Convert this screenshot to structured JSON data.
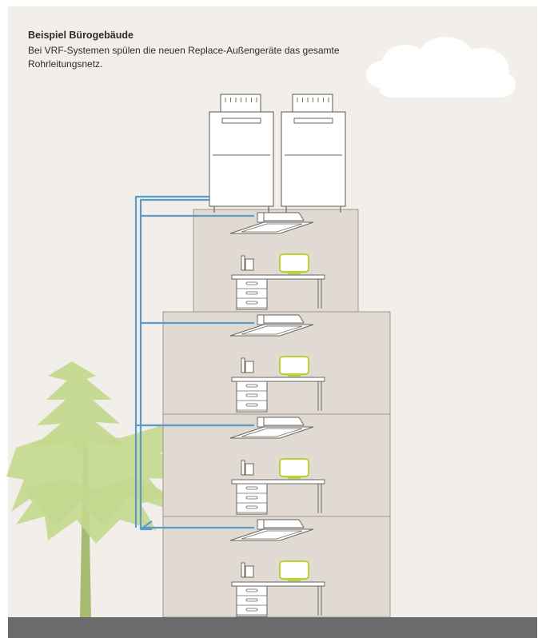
{
  "caption": {
    "title": "Beispiel Bürogebäude",
    "text": "Bei VRF-Systemen spülen die neuen Replace-Außengeräte das gesamte Rohrleitungsnetz."
  },
  "colors": {
    "frame": "#ffffff",
    "background": "#f2eeea",
    "building": "#e0dad2",
    "building_stroke": "#9e978f",
    "pipe": "#5b9bc8",
    "tree": "#c3d88e",
    "trunk": "#a7ba72",
    "ground": "#6b6b6b",
    "cloud": "#ffffff",
    "monitor": "#b8d232",
    "device": "#ffffff",
    "device_stroke": "#6a6660"
  },
  "scene": {
    "outdoor_units": [
      "outdoor-unit-left",
      "outdoor-unit-right"
    ],
    "floors": [
      "floor-1",
      "floor-2",
      "floor-3",
      "floor-4"
    ],
    "indoor_unit_icon": "ceiling-cassette-icon",
    "desk_icons": [
      "desk-icon",
      "phone-icon",
      "monitor-icon",
      "drawer-cabinet-icon"
    ],
    "tree_icon": "tree-icon",
    "cloud_icon": "cloud-icon"
  }
}
